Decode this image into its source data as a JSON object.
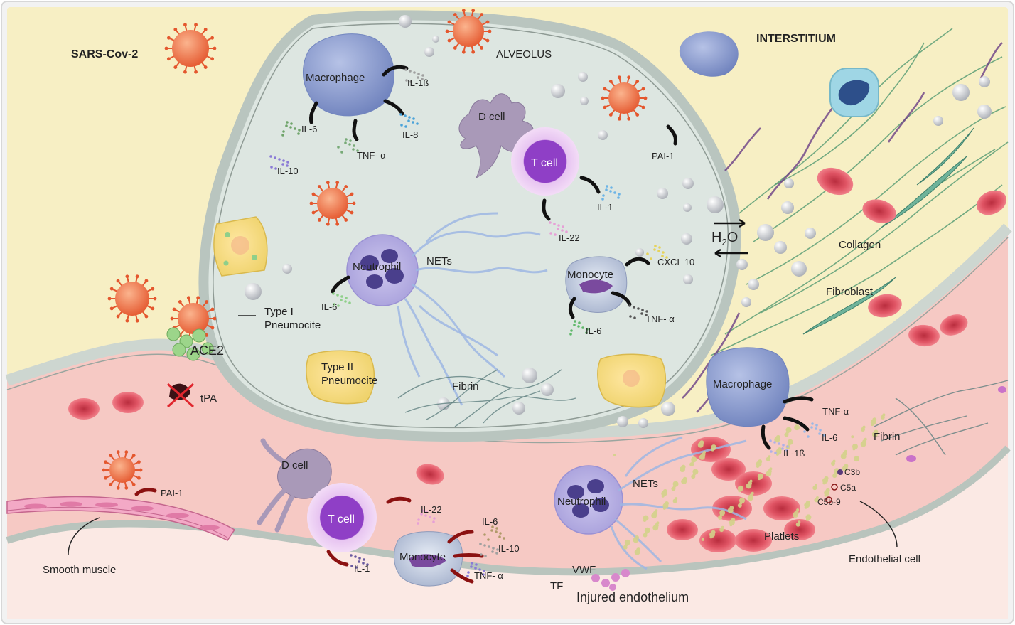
{
  "regions": {
    "virus": "SARS-Cov-2",
    "alveolus": "ALVEOLUS",
    "interstitium": "INTERSTITIUM"
  },
  "alveolus_cells": {
    "macrophage": "Macrophage",
    "d_cell": "D cell",
    "t_cell": "T cell",
    "neutrophil": "Neutrophil",
    "nets": "NETs",
    "monocyte": "Monocyte",
    "type1": [
      "Type I",
      "Pneumocite"
    ],
    "type2": [
      "Type II",
      "Pneumocite"
    ],
    "fibrin": "Fibrin"
  },
  "alveolus_cytokines": {
    "il1b": "IL-1ß",
    "il6_mac": "IL-6",
    "il8": "IL-8",
    "tnfa_mac": "TNF- α",
    "il10": "IL-10",
    "pai1": "PAI-1",
    "il1": "IL-1",
    "il22": "IL-22",
    "cxcl10": "CXCL 10",
    "il6_neu": "IL-6",
    "il6_mono": "IL-6",
    "tnfa_mono": "TNF- α"
  },
  "water": {
    "h": "H",
    "sub": "2",
    "o": "O"
  },
  "interstitium_labels": {
    "collagen": "Collagen",
    "fibroblast": "Fibroblast"
  },
  "membrane": {
    "ace2": "ACE2",
    "tpa": "tPA"
  },
  "vessel": {
    "macrophage": "Macrophage",
    "tnfa": "TNF-α",
    "il6": "IL-6",
    "il1b": "IL-1ß",
    "fibrin": "Fibrin",
    "c3b": "C3b",
    "c5a": "C5a",
    "c5b9": "C5b-9",
    "d_cell": "D cell",
    "t_cell": "T cell",
    "pai1": "PAI-1",
    "il22": "IL-22",
    "il1": "IL-1",
    "monocyte": "Monocyte",
    "il6_m": "IL-6",
    "il10": "IL-10",
    "tnfa_m": "TNF- α",
    "neutrophil": "Neutrophil",
    "nets": "NETs",
    "platlets": "Platlets",
    "vwf": "VWF",
    "tf": "TF",
    "injured": "Injured endothelium",
    "endothelial": "Endothelial cell",
    "smooth_muscle": "Smooth muscle"
  },
  "colors": {
    "interstitium_bg": "#f7efc4",
    "alveolus_fill": "#dde6e1",
    "vessel_fill": "#f6c9c4",
    "virus": "#f07a52",
    "macrophage": "#8c9ed0",
    "t_cell": "#8f3fc6",
    "rbc": "#de4a58"
  }
}
